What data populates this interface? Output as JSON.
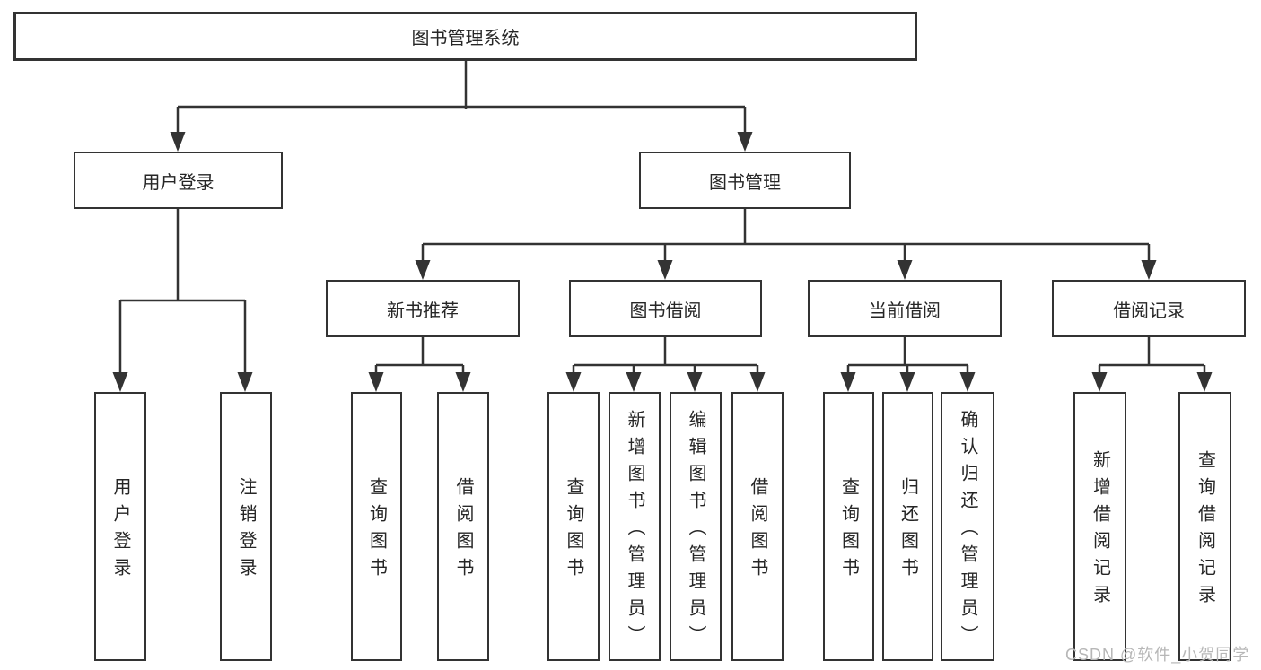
{
  "tree": {
    "label": "图书管理系统",
    "children": [
      {
        "label": "用户登录",
        "children": [
          {
            "label": "用户登录"
          },
          {
            "label": "注销登录"
          }
        ]
      },
      {
        "label": "图书管理",
        "children": [
          {
            "label": "新书推荐",
            "children": [
              {
                "label": "查询图书"
              },
              {
                "label": "借阅图书"
              }
            ]
          },
          {
            "label": "图书借阅",
            "children": [
              {
                "label": "查询图书"
              },
              {
                "label": "新增图书（管理员）"
              },
              {
                "label": "编辑图书（管理员）"
              },
              {
                "label": "借阅图书"
              }
            ]
          },
          {
            "label": "当前借阅",
            "children": [
              {
                "label": "查询图书"
              },
              {
                "label": "归还图书"
              },
              {
                "label": "确认归还（管理员）"
              }
            ]
          },
          {
            "label": "借阅记录",
            "children": [
              {
                "label": "新增借阅记录"
              },
              {
                "label": "查询借阅记录"
              }
            ]
          }
        ]
      }
    ]
  },
  "watermark": {
    "text": "CSDN @软件_小贺同学"
  },
  "colors": {
    "line": "#333333",
    "box_background": "#ffffff",
    "text": "#262626",
    "watermark_text": "#b7b7b7"
  }
}
